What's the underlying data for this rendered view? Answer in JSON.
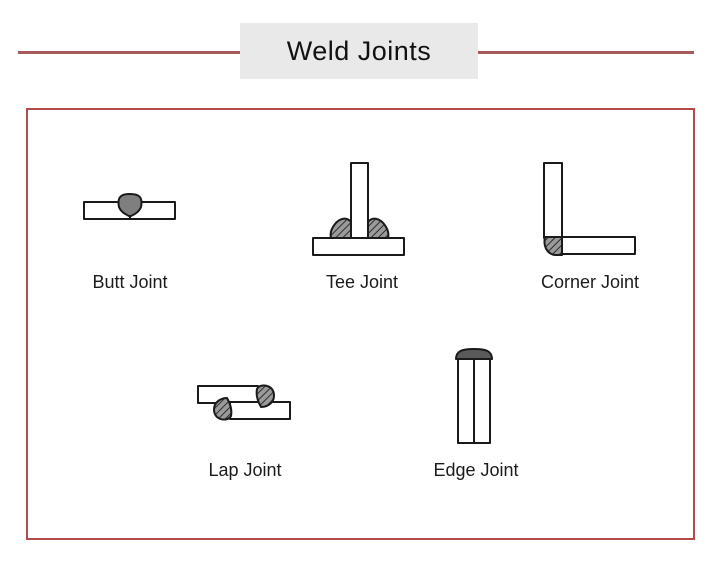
{
  "header": {
    "title": "Weld Joints"
  },
  "diagram": {
    "description": "Five basic weld joint type illustrations",
    "joints": [
      {
        "name": "butt-joint",
        "label": "Butt Joint"
      },
      {
        "name": "tee-joint",
        "label": "Tee Joint"
      },
      {
        "name": "corner-joint",
        "label": "Corner Joint"
      },
      {
        "name": "lap-joint",
        "label": "Lap Joint"
      },
      {
        "name": "edge-joint",
        "label": "Edge Joint"
      }
    ]
  },
  "colors": {
    "accent_red_line": "#a65b5b",
    "frame_border_red": "#b24c4c",
    "title_box_bg": "#e9e9e9",
    "outline_black": "#1a1a1a",
    "weld_bead_gray": "#7f7f7f",
    "weld_cap_dark_gray": "#5a5a5a",
    "weld_hatch_gray": "#9a9a9a"
  }
}
